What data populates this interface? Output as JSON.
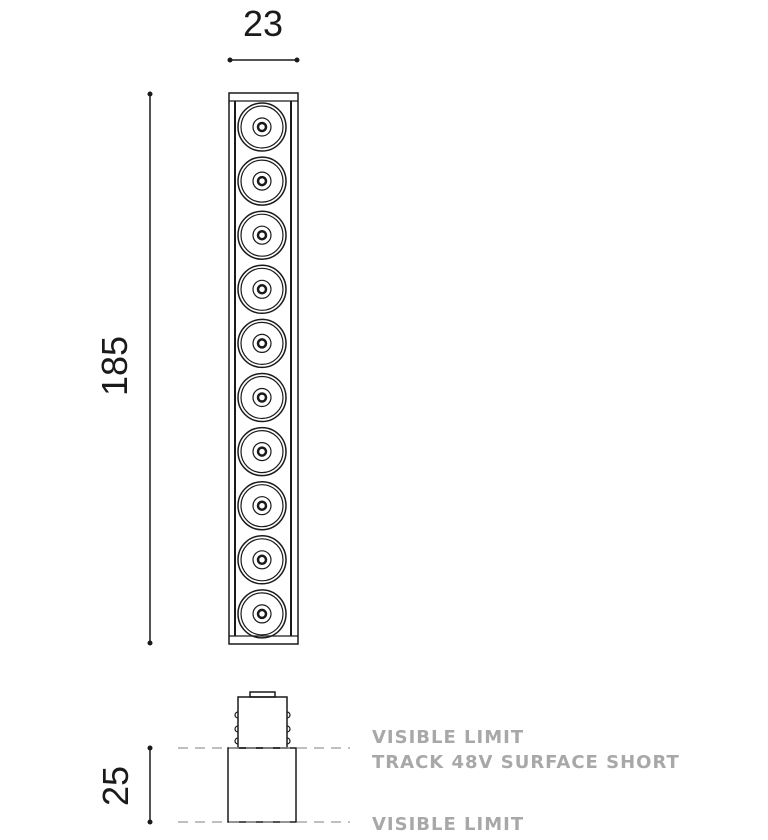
{
  "dimensions": {
    "width": "23",
    "length": "185",
    "height": "25"
  },
  "led_count": 10,
  "labels": {
    "visible_limit_top": "VISIBLE LIMIT",
    "track": "TRACK 48V SURFACE SHORT",
    "visible_limit_bottom": "VISIBLE LIMIT"
  },
  "colors": {
    "line": "#1a1a1a",
    "label": "#a8a8a8",
    "dash": "#999999"
  }
}
